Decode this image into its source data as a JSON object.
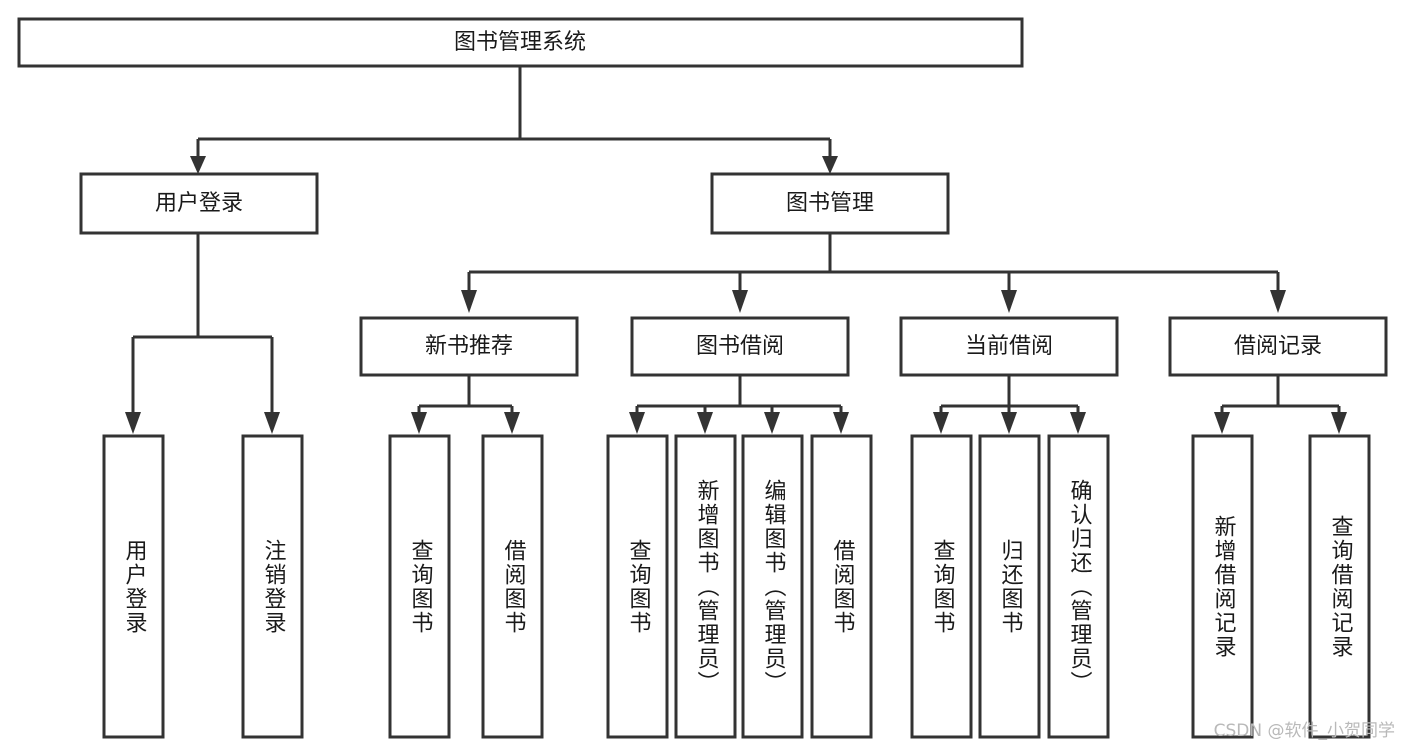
{
  "diagram": {
    "type": "tree",
    "title": "图书管理系统",
    "orientation": "top-down",
    "colors": {
      "stroke": "#333333",
      "box_fill": "#ffffff",
      "text": "#1a1a1a",
      "background": "#ffffff",
      "watermark": "#b9b9b9"
    },
    "nodes": {
      "root": {
        "label": "图书管理系统",
        "level": 0
      },
      "user_login": {
        "label": "用户登录",
        "level": 1
      },
      "book_manage": {
        "label": "图书管理",
        "level": 1
      },
      "new_book_rec": {
        "label": "新书推荐",
        "level": 2
      },
      "book_borrow": {
        "label": "图书借阅",
        "level": 2
      },
      "current_borrow": {
        "label": "当前借阅",
        "level": 2
      },
      "borrow_record": {
        "label": "借阅记录",
        "level": 2
      },
      "leaf_1": {
        "label": "用户登录",
        "level": 3,
        "parent": "用户登录"
      },
      "leaf_2": {
        "label": "注销登录",
        "level": 3,
        "parent": "用户登录"
      },
      "leaf_3": {
        "label": "查询图书",
        "level": 3,
        "parent": "新书推荐"
      },
      "leaf_4": {
        "label": "借阅图书",
        "level": 3,
        "parent": "新书推荐"
      },
      "leaf_5": {
        "label": "查询图书",
        "level": 3,
        "parent": "图书借阅"
      },
      "leaf_6": {
        "label": "新增图书（管理员）",
        "level": 3,
        "parent": "图书借阅"
      },
      "leaf_7": {
        "label": "编辑图书（管理员）",
        "level": 3,
        "parent": "图书借阅"
      },
      "leaf_8": {
        "label": "借阅图书",
        "level": 3,
        "parent": "图书借阅"
      },
      "leaf_9": {
        "label": "查询图书",
        "level": 3,
        "parent": "当前借阅"
      },
      "leaf_10": {
        "label": "归还图书",
        "level": 3,
        "parent": "当前借阅"
      },
      "leaf_11": {
        "label": "确认归还（管理员）",
        "level": 3,
        "parent": "当前借阅"
      },
      "leaf_12": {
        "label": "新增借阅记录",
        "level": 3,
        "parent": "借阅记录"
      },
      "leaf_13": {
        "label": "查询借阅记录",
        "level": 3,
        "parent": "借阅记录"
      }
    }
  },
  "watermark": {
    "text": "CSDN @软件_小贺同学"
  }
}
